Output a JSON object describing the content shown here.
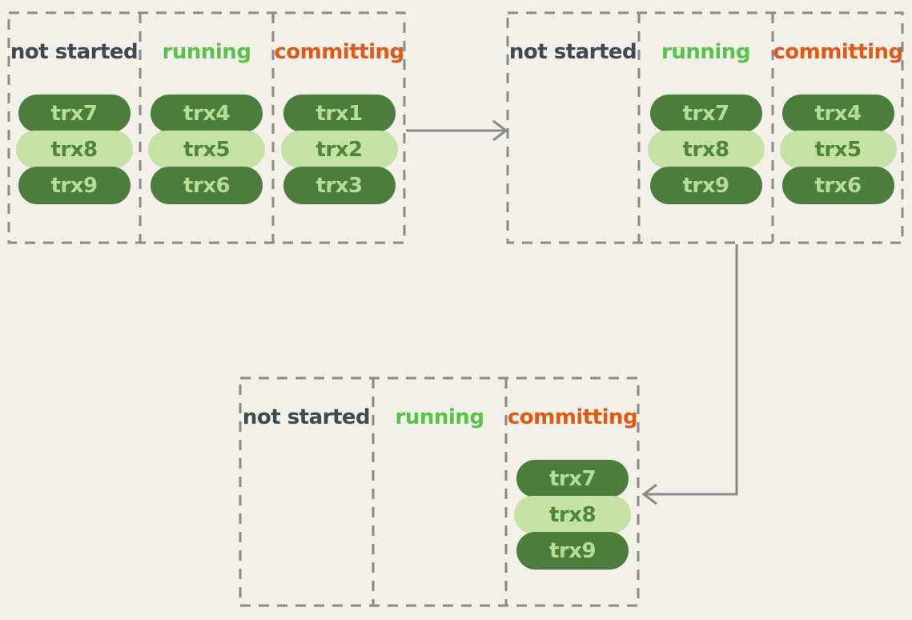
{
  "diagram": {
    "background_color": "#f2f0e9",
    "border_color": "#8a8a8a",
    "arrow_color": "#8a8a8a",
    "state_colors": {
      "not_started": "#3e4a52",
      "running": "#57c34b",
      "committing": "#e05a15"
    },
    "pill_colors": {
      "dark_fill": "#4d7d3d",
      "dark_text": "#b7dc95",
      "light_fill": "#c5e2a4",
      "light_text": "#4e8738"
    }
  },
  "panels": [
    {
      "columns": [
        {
          "state": "not started",
          "items": [
            "trx7",
            "trx8",
            "trx9"
          ]
        },
        {
          "state": "running",
          "items": [
            "trx4",
            "trx5",
            "trx6"
          ]
        },
        {
          "state": "committing",
          "items": [
            "trx1",
            "trx2",
            "trx3"
          ]
        }
      ]
    },
    {
      "columns": [
        {
          "state": "not started",
          "items": []
        },
        {
          "state": "running",
          "items": [
            "trx7",
            "trx8",
            "trx9"
          ]
        },
        {
          "state": "committing",
          "items": [
            "trx4",
            "trx5",
            "trx6"
          ]
        }
      ]
    },
    {
      "columns": [
        {
          "state": "not started",
          "items": []
        },
        {
          "state": "running",
          "items": []
        },
        {
          "state": "committing",
          "items": [
            "trx7",
            "trx8",
            "trx9"
          ]
        }
      ]
    }
  ],
  "arrows": [
    {
      "from": "panel-1-committing",
      "to": "panel-2-not-started",
      "direction": "right"
    },
    {
      "from": "panel-2-bottom",
      "to": "panel-3-committing",
      "direction": "down-then-left"
    }
  ]
}
